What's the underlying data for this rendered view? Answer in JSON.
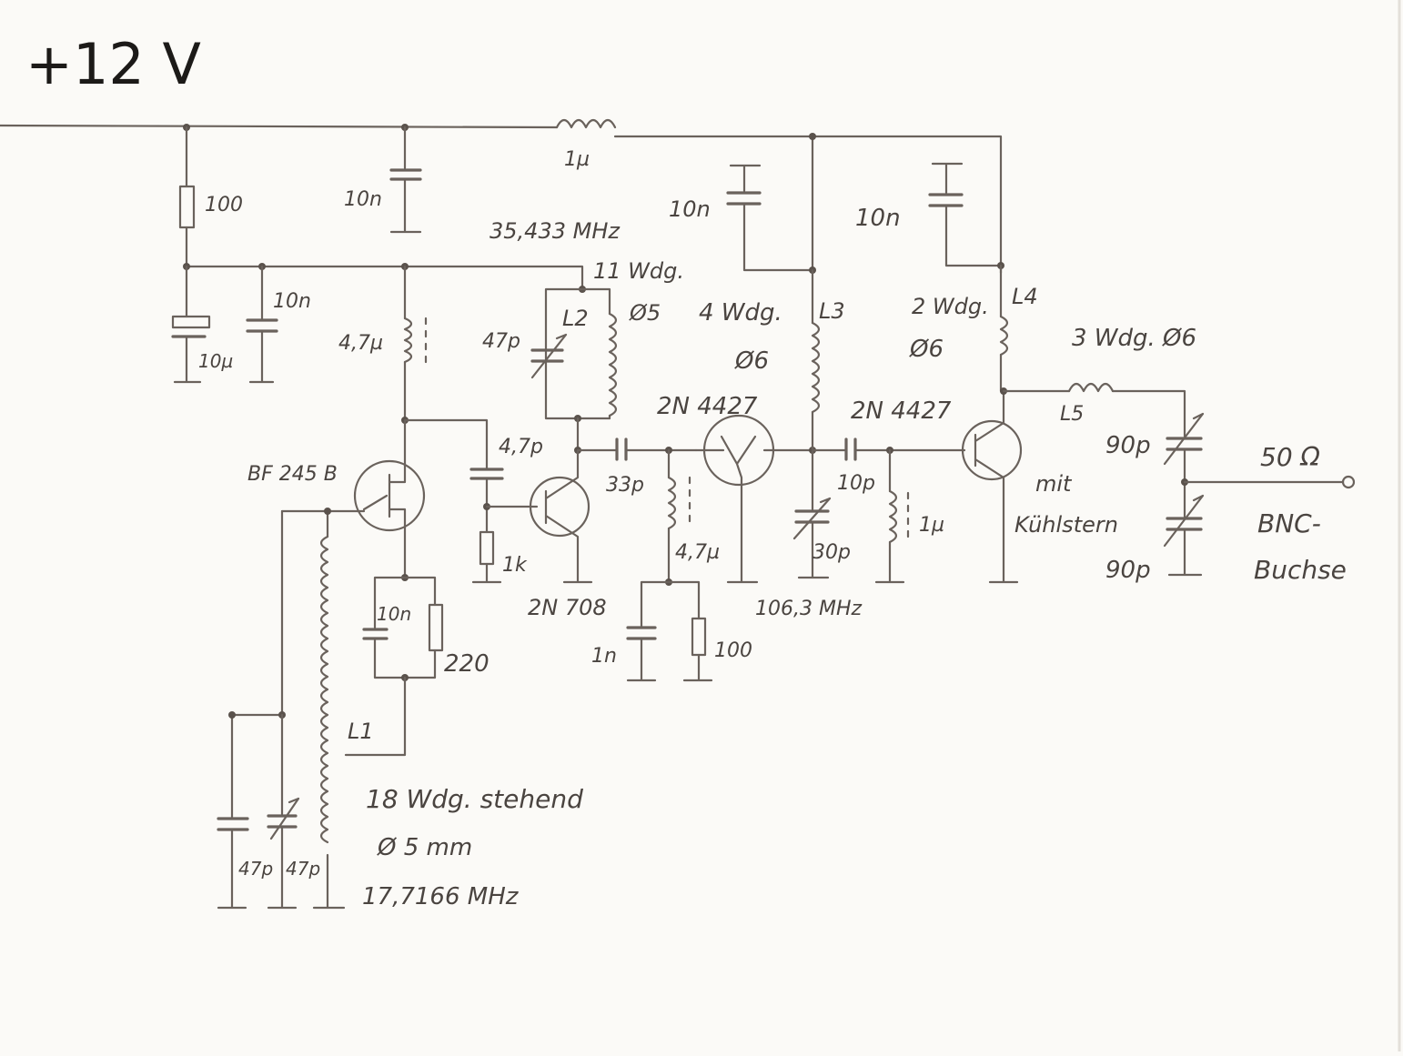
{
  "supply": "+12 V",
  "labels": {
    "choke_1u": "1µ",
    "r100_top": "100",
    "c10n_a": "10n",
    "c10n_b": "10n",
    "c10u": "10µ",
    "l47u_a": "4,7µ",
    "freq_35": "35,433 MHz",
    "wdg11": "11 Wdg.",
    "l2": "L2",
    "d5": "Ø5",
    "c47p": "47p",
    "c10n_l3": "10n",
    "wdg4": "4 Wdg.",
    "d6_a": "Ø6",
    "l3": "L3",
    "c10n_l4": "10n",
    "wdg2": "2 Wdg.",
    "d6_b": "Ø6",
    "l4": "L4",
    "wdg3": "3 Wdg. Ø6",
    "l5": "L5",
    "c47p_b": "4,7p",
    "bf245": "BF 245 B",
    "r1k": "1k",
    "c33p": "33p",
    "l47u_b": "4,7µ",
    "q2n4427_a": "2N 4427",
    "q2n4427_b": "2N 4427",
    "c10p": "10p",
    "l1u": "1µ",
    "c30p": "30p",
    "freq_106": "106,3 MHz",
    "q2n708": "2N 708",
    "c1n": "1n",
    "r100_b": "100",
    "c10n_src": "10n",
    "r220": "220",
    "l1": "L1",
    "mit": "mit",
    "kuehlstern": "Kühlstern",
    "c90p_a": "90p",
    "c90p_b": "90p",
    "ohm50": "50 Ω",
    "bnc1": "BNC-",
    "bnc2": "Buchse",
    "wdg18": "18 Wdg. stehend",
    "d5mm": "Ø 5 mm",
    "freq_17": "17,7166 MHz",
    "c47p_c": "47p",
    "c47p_d": "47p"
  }
}
